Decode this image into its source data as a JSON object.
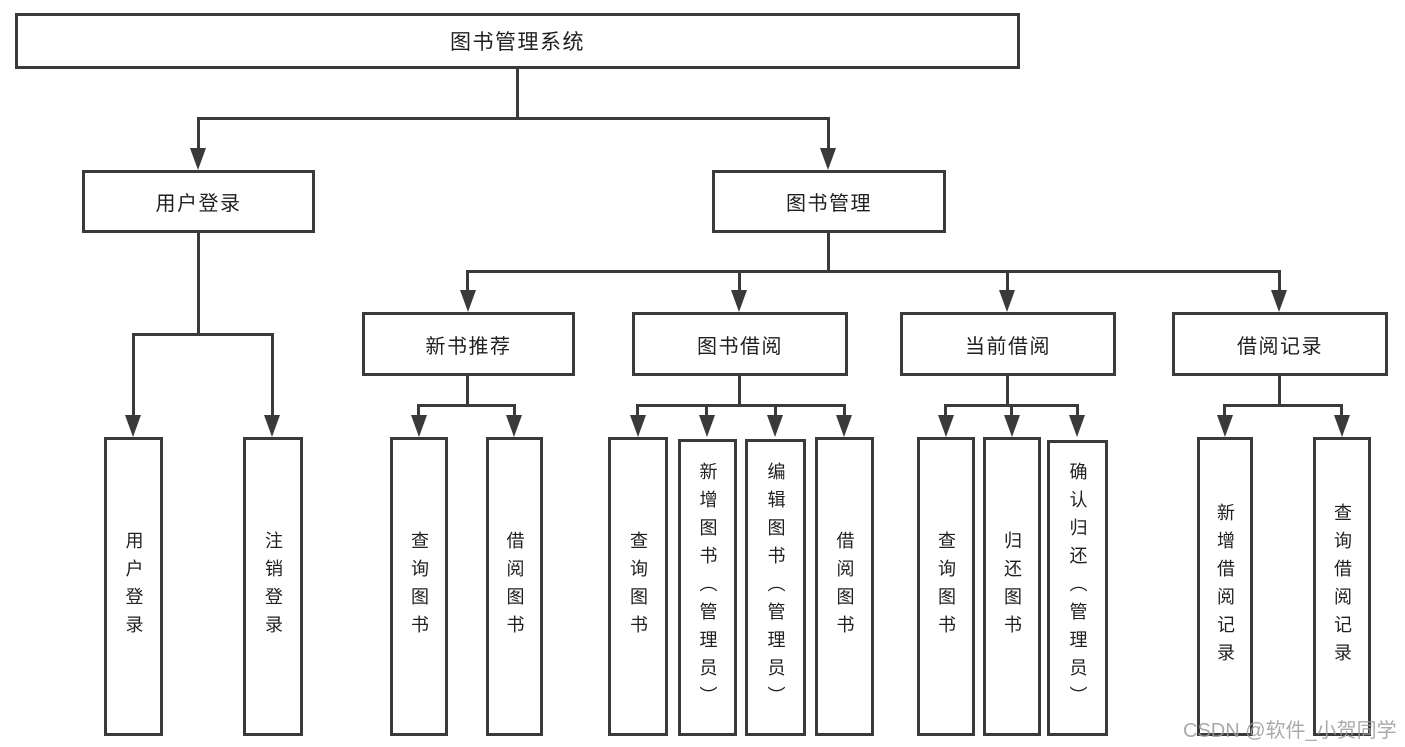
{
  "title": "图书管理系统",
  "level2": {
    "login": "用户登录",
    "management": "图书管理"
  },
  "level3": {
    "recommend": "新书推荐",
    "borrowing": "图书借阅",
    "current": "当前借阅",
    "records": "借阅记录"
  },
  "leaves": {
    "user_login": "用户登录",
    "logout": "注销登录",
    "query1": "查询图书",
    "borrow1": "借阅图书",
    "query2": "查询图书",
    "add_books": "新增图书（管理员）",
    "edit_books": "编辑图书（管理员）",
    "borrow2": "借阅图书",
    "query3": "查询图书",
    "return_books": "归还图书",
    "confirm_return": "确认归还（管理员）",
    "add_record": "新增借阅记录",
    "query_record": "查询借阅记录"
  },
  "watermark": "CSDN @软件_小贺同学",
  "colors": {
    "line": "#3a3a3a",
    "text": "#1f1f1f",
    "watermark": "#9c9c9c",
    "background": "#ffffff"
  }
}
